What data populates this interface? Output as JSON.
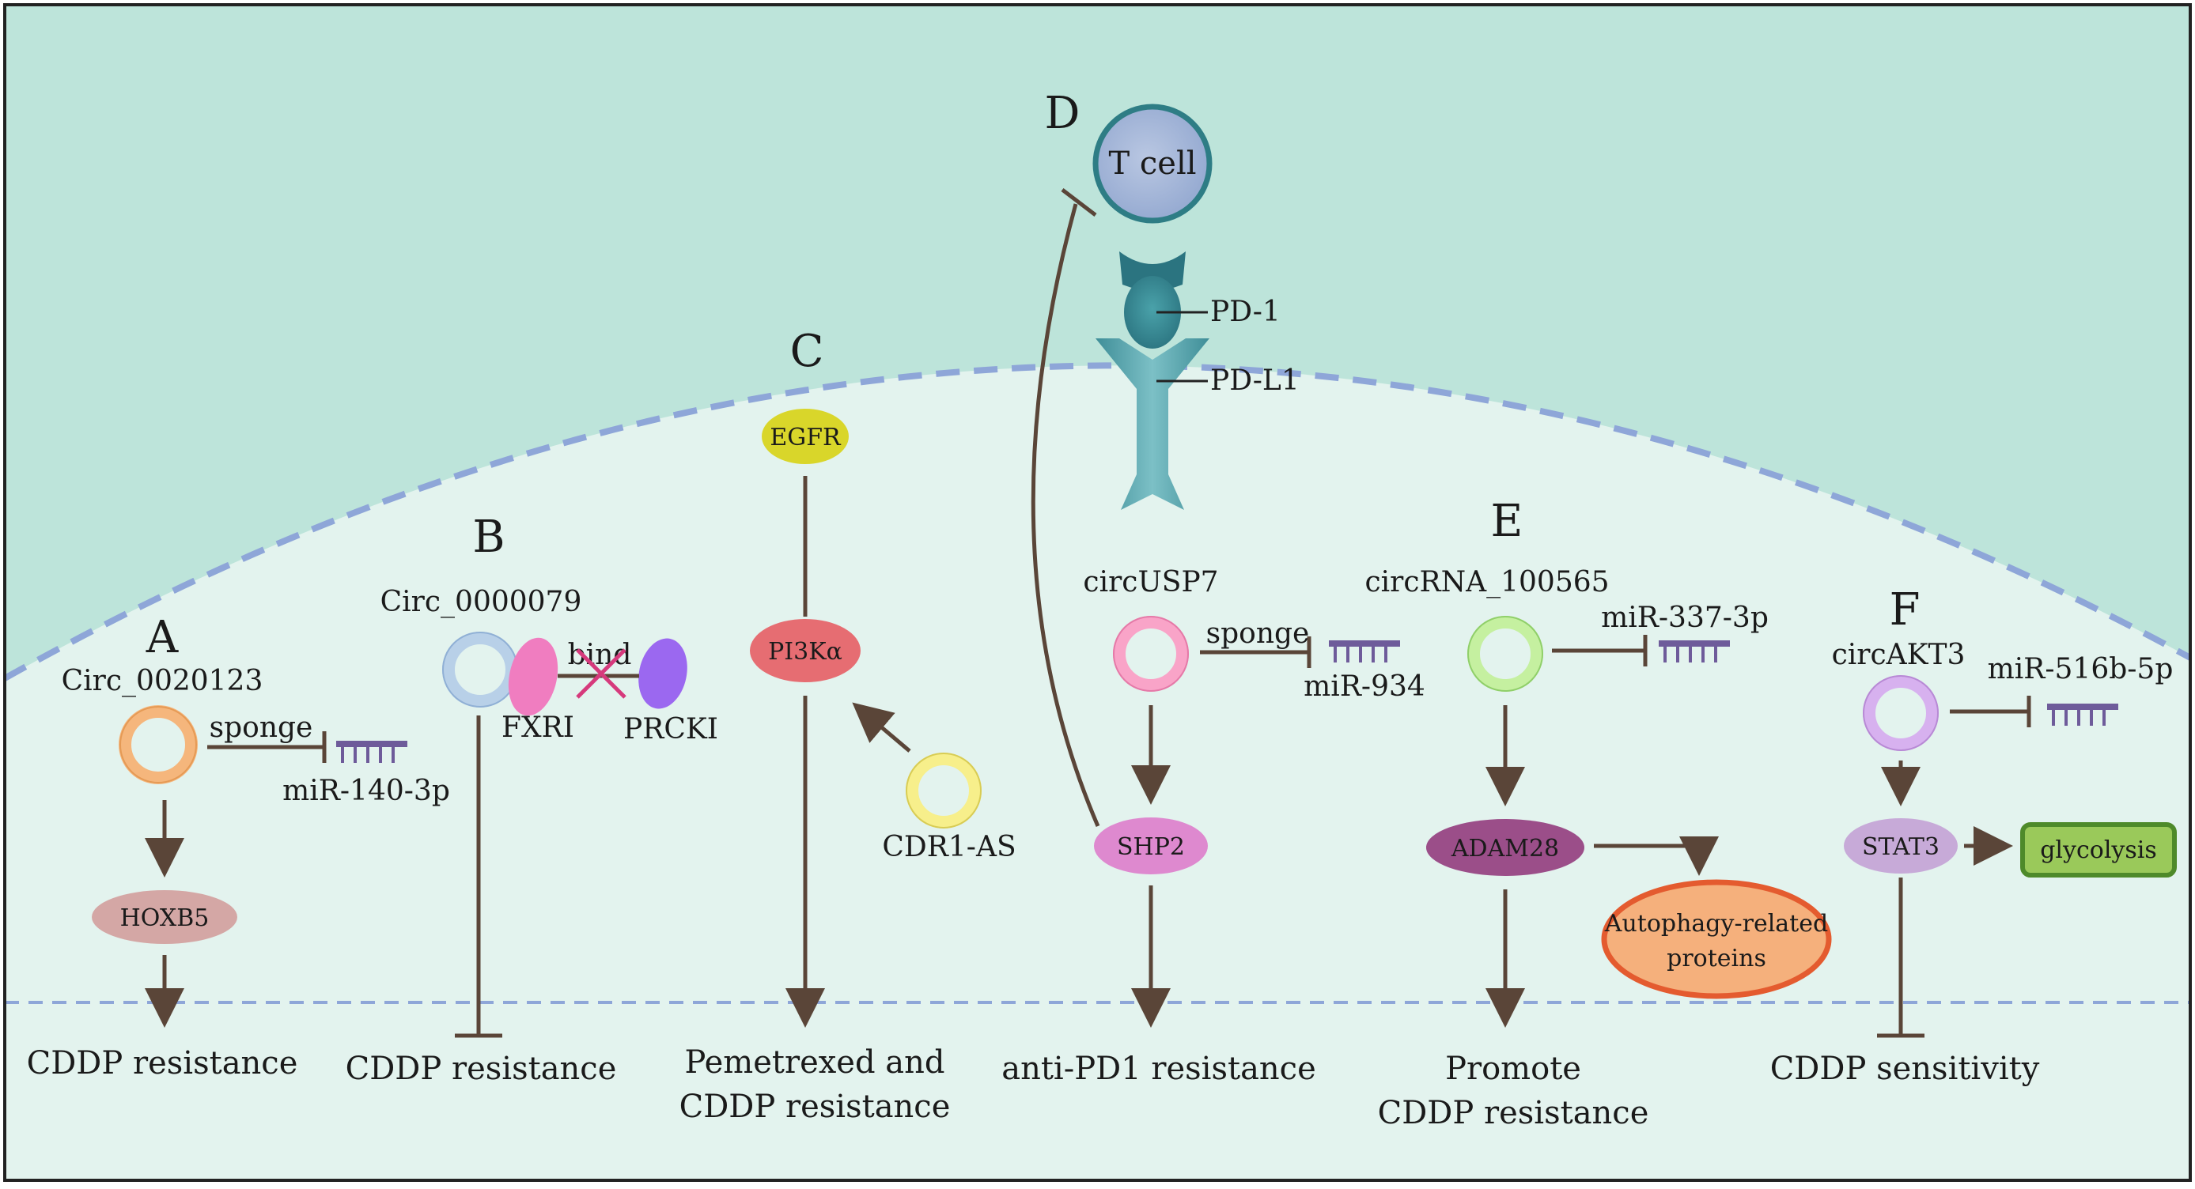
{
  "colors": {
    "outer_bg": "#bde4da",
    "cell_bg": "#e3f3ee",
    "membrane": "#8ea6d8",
    "arrow": "#5a4538",
    "mirna": "#6e5b9a",
    "border": "#222222"
  },
  "panels": {
    "A": {
      "letter": "A",
      "circ": "Circ_0020123",
      "sponge": "sponge",
      "mirna": "miR-140-3p",
      "target": "HOXB5",
      "outcome": "CDDP resistance"
    },
    "B": {
      "letter": "B",
      "circ": "Circ_0000079",
      "partner1": "FXRI",
      "partner2": "PRCKI",
      "bind": "bind",
      "outcome": "CDDP resistance"
    },
    "C": {
      "letter": "C",
      "receptor": "EGFR",
      "kinase": "PI3Kα",
      "circ": "CDR1-AS",
      "outcome_line1": "Pemetrexed and",
      "outcome_line2": "CDDP resistance"
    },
    "D": {
      "letter": "D",
      "tcell": "T cell",
      "pd1": "PD-1",
      "pdl1": "PD-L1",
      "circ": "circUSP7",
      "sponge": "sponge",
      "mirna": "miR-934",
      "target": "SHP2",
      "outcome": "anti-PD1 resistance"
    },
    "E": {
      "letter": "E",
      "circ": "circRNA_100565",
      "mirna": "miR-337-3p",
      "target": "ADAM28",
      "downstream_line1": "Autophagy-related",
      "downstream_line2": "proteins",
      "outcome_line1": "Promote",
      "outcome_line2": "CDDP resistance"
    },
    "F": {
      "letter": "F",
      "circ": "circAKT3",
      "mirna": "miR-516b-5p",
      "target": "STAT3",
      "downstream": "glycolysis",
      "outcome": "CDDP sensitivity"
    }
  }
}
